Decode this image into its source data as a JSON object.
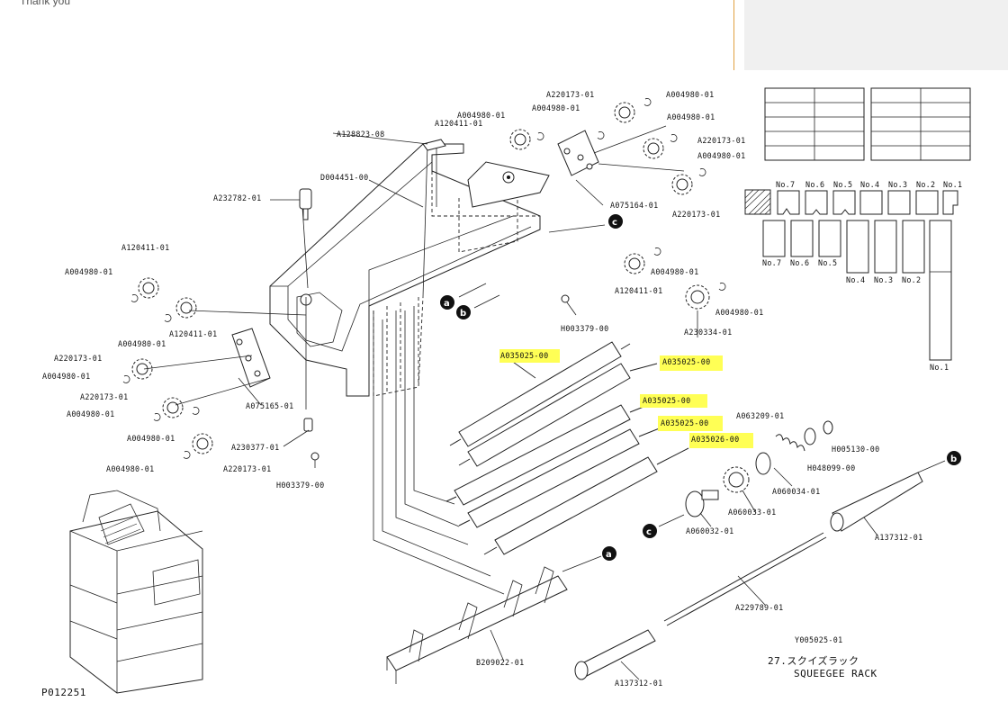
{
  "page_text": "Thank you",
  "labels": {
    "a220173_top": "A220173-01",
    "a004980_top1": "A004980-01",
    "a004980_top2": "A004980-01",
    "a120411_top": "A120411-01",
    "a004980_top3": "A004980-01",
    "a004980_top4": "A004980-01",
    "a220173_r1": "A220173-01",
    "a004980_r1": "A004980-01",
    "a128823": "A128823-08",
    "d004451": "D004451-00",
    "a232782": "A232782-01",
    "a075164": "A075164-01",
    "a220173_r2": "A220173-01",
    "a120411_l": "A120411-01",
    "a004980_l1": "A004980-01",
    "a004980_m1": "A004980-01",
    "a120411_m": "A120411-01",
    "a004980_m2": "A004980-01",
    "a230334": "A230334-01",
    "h003379_m": "H003379-00",
    "a120411_m2": "A120411-01",
    "a004980_l2": "A004980-01",
    "a220173_l1": "A220173-01",
    "a004980_l3": "A004980-01",
    "a220173_l2": "A220173-01",
    "a004980_l4": "A004980-01",
    "a075165": "A075165-01",
    "a004980_l5": "A004980-01",
    "a230377": "A230377-01",
    "a004980_l6": "A004980-01",
    "a220173_l3": "A220173-01",
    "h003379_b": "H003379-00",
    "a035025_1": "A035025-00",
    "a035025_2": "A035025-00",
    "a035025_3": "A035025-00",
    "a035025_4": "A035025-00",
    "a035026": "A035026-00",
    "a063209": "A063209-01",
    "h005130": "H005130-00",
    "h048099": "H048099-00",
    "a060034": "A060034-01",
    "a060033": "A060033-01",
    "a060032": "A060032-01",
    "a137312_r": "A137312-01",
    "a229789": "A229789-01",
    "b209022": "B209022-01",
    "a137312_b": "A137312-01",
    "y005025": "Y005025-01",
    "title_jp": "27.スクイズラック",
    "title_en": "SQUEEGEE RACK",
    "p012251": "P012251"
  },
  "callouts": {
    "a": "a",
    "b": "b",
    "c": "c"
  },
  "no_labels": {
    "no7": "No.7",
    "no6": "No.6",
    "no5": "No.5",
    "no4": "No.4",
    "no3": "No.3",
    "no2": "No.2",
    "no1": "No.1"
  },
  "colors": {
    "highlight": "#ffff55",
    "line": "#222222"
  }
}
